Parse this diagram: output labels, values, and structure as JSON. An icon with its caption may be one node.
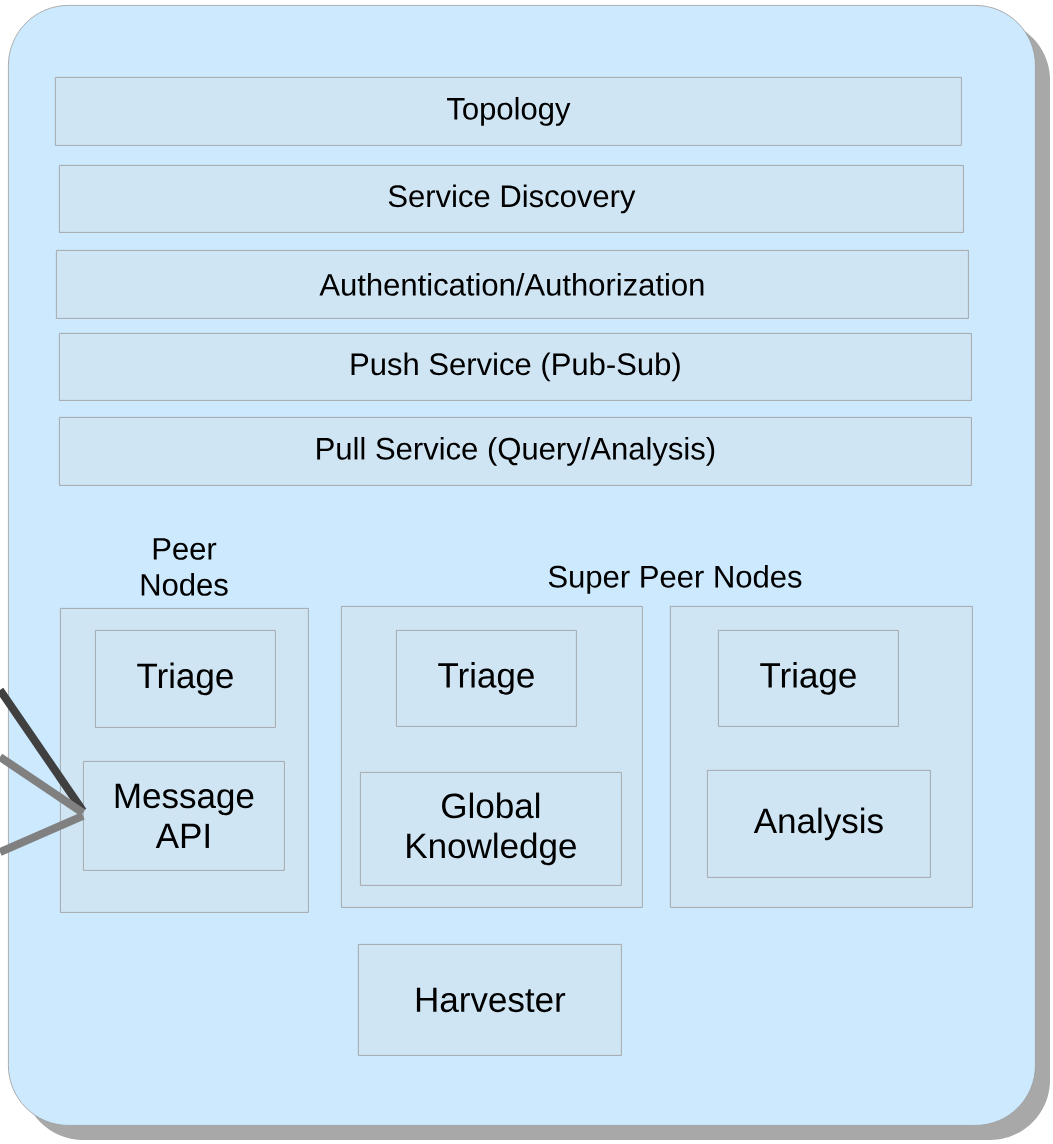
{
  "diagram": {
    "nodes": [
      {
        "text": [],
        "shape": "box"
      },
      {
        "text": [
          "Topology"
        ],
        "in": 0
      },
      {
        "text": [
          "Service Discovery"
        ],
        "in": 0
      },
      {
        "text": [
          "Authentication/Authorization"
        ],
        "in": 0
      },
      {
        "text": [
          "Push Service (Pub-Sub)"
        ],
        "in": 0
      },
      {
        "text": [
          "Pull Service (Query/Analysis)"
        ],
        "in": 0
      },
      {
        "text": [
          "Peer Nodes"
        ],
        "in": 0
      },
      {
        "text": [
          "Triage"
        ],
        "in": 6
      },
      {
        "text": [
          "Message API"
        ],
        "in": 6
      },
      {
        "text": [],
        "shape": "box",
        "in": 0
      },
      {
        "text": [
          "Triage"
        ],
        "in": 9
      },
      {
        "text": [
          "Global Knowledge"
        ],
        "in": 9
      },
      {
        "text": [],
        "shape": "box",
        "in": 0
      },
      {
        "text": [
          "Triage"
        ],
        "in": 12
      },
      {
        "text": [
          "Analysis"
        ],
        "in": 12
      },
      {
        "text": [
          "Harvester"
        ],
        "in": 0
      }
    ],
    "edges": [
      {
        "from": null,
        "to": 8,
        "arrow": "none",
        "color": "#404040"
      },
      {
        "from": null,
        "to": 8,
        "arrow": "none"
      },
      {
        "from": null,
        "to": 8,
        "arrow": "none"
      }
    ],
    "labels": [
      "Super Peer Nodes"
    ]
  }
}
